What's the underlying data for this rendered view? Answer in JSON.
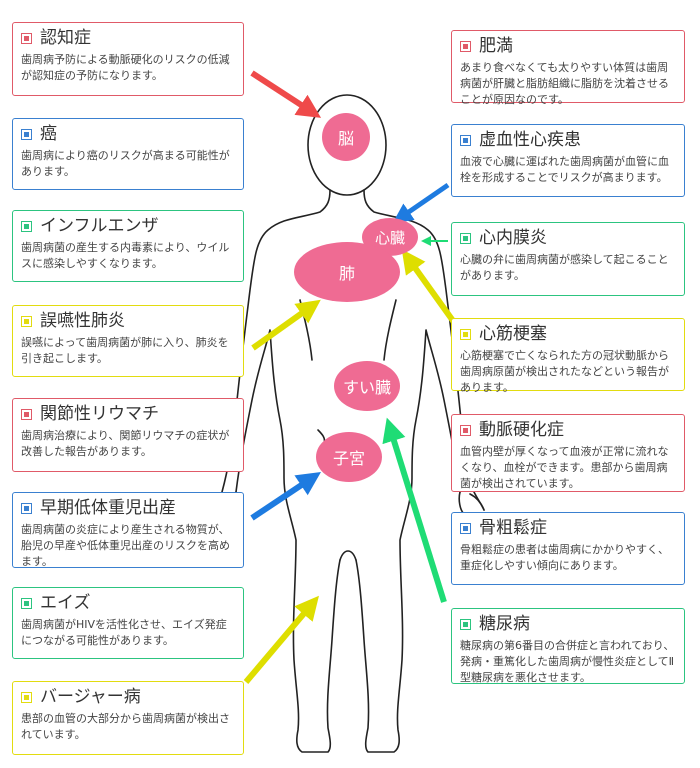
{
  "colors": {
    "red": "#e05a68",
    "blue": "#3a80d0",
    "green": "#2cc480",
    "yellow": "#e2dc10",
    "organ": "#ef6b93",
    "arrow_red": "#ef4a4a",
    "arrow_blue": "#1e7be0",
    "arrow_green": "#1fdc75",
    "arrow_yellow": "#dede00"
  },
  "organs": {
    "brain": "脳",
    "heart": "心臓",
    "lung": "肺",
    "pancreas": "すい臓",
    "uterus": "子宮"
  },
  "left_boxes": [
    {
      "title": "認知症",
      "text": "歯周病予防による動脈硬化のリスクの低減が認知症の予防になります。",
      "color": "red"
    },
    {
      "title": "癌",
      "text": "歯周病により癌のリスクが高まる可能性があります。",
      "color": "blue"
    },
    {
      "title": "インフルエンザ",
      "text": "歯周病菌の産生する内毒素により、ウイルスに感染しやすくなります。",
      "color": "green"
    },
    {
      "title": "誤嚥性肺炎",
      "text": "誤嚥によって歯周病菌が肺に入り、肺炎を引き起こします。",
      "color": "yellow"
    },
    {
      "title": "関節性リウマチ",
      "text": "歯周病治療により、関節リウマチの症状が改善した報告があります。",
      "color": "red"
    },
    {
      "title": "早期低体重児出産",
      "text": "歯周病菌の炎症により産生される物質が、胎児の早産や低体重児出産のリスクを高めます。",
      "color": "blue"
    },
    {
      "title": "エイズ",
      "text": "歯周病菌がHIVを活性化させ、エイズ発症につながる可能性があります。",
      "color": "green"
    },
    {
      "title": "バージャー病",
      "text": "患部の血管の大部分から歯周病菌が検出されています。",
      "color": "yellow"
    }
  ],
  "right_boxes": [
    {
      "title": "肥満",
      "text": "あまり食べなくても太りやすい体質は歯周病菌が肝臓と脂肪組織に脂肪を沈着させることが原因なのです。",
      "color": "red"
    },
    {
      "title": "虚血性心疾患",
      "text": "血液で心臓に運ばれた歯周病菌が血管に血栓を形成することでリスクが高まります。",
      "color": "blue"
    },
    {
      "title": "心内膜炎",
      "text": "心臓の弁に歯周病菌が感染して起こることがあります。",
      "color": "green"
    },
    {
      "title": "心筋梗塞",
      "text": "心筋梗塞で亡くなられた方の冠状動脈から歯周病原菌が検出されたなどという報告があります。",
      "color": "yellow"
    },
    {
      "title": "動脈硬化症",
      "text": "血管内壁が厚くなって血液が正常に流れなくなり、血栓ができます。患部から歯周病菌が検出されています。",
      "color": "red"
    },
    {
      "title": "骨粗鬆症",
      "text": "骨粗鬆症の患者は歯周病にかかりやすく、重症化しやすい傾向にあります。",
      "color": "blue"
    },
    {
      "title": "糖尿病",
      "text": "糖尿病の第6番目の合併症と言われており、発病・重篤化した歯周病が慢性炎症としてⅡ型糖尿病を悪化させます。",
      "color": "green"
    }
  ]
}
